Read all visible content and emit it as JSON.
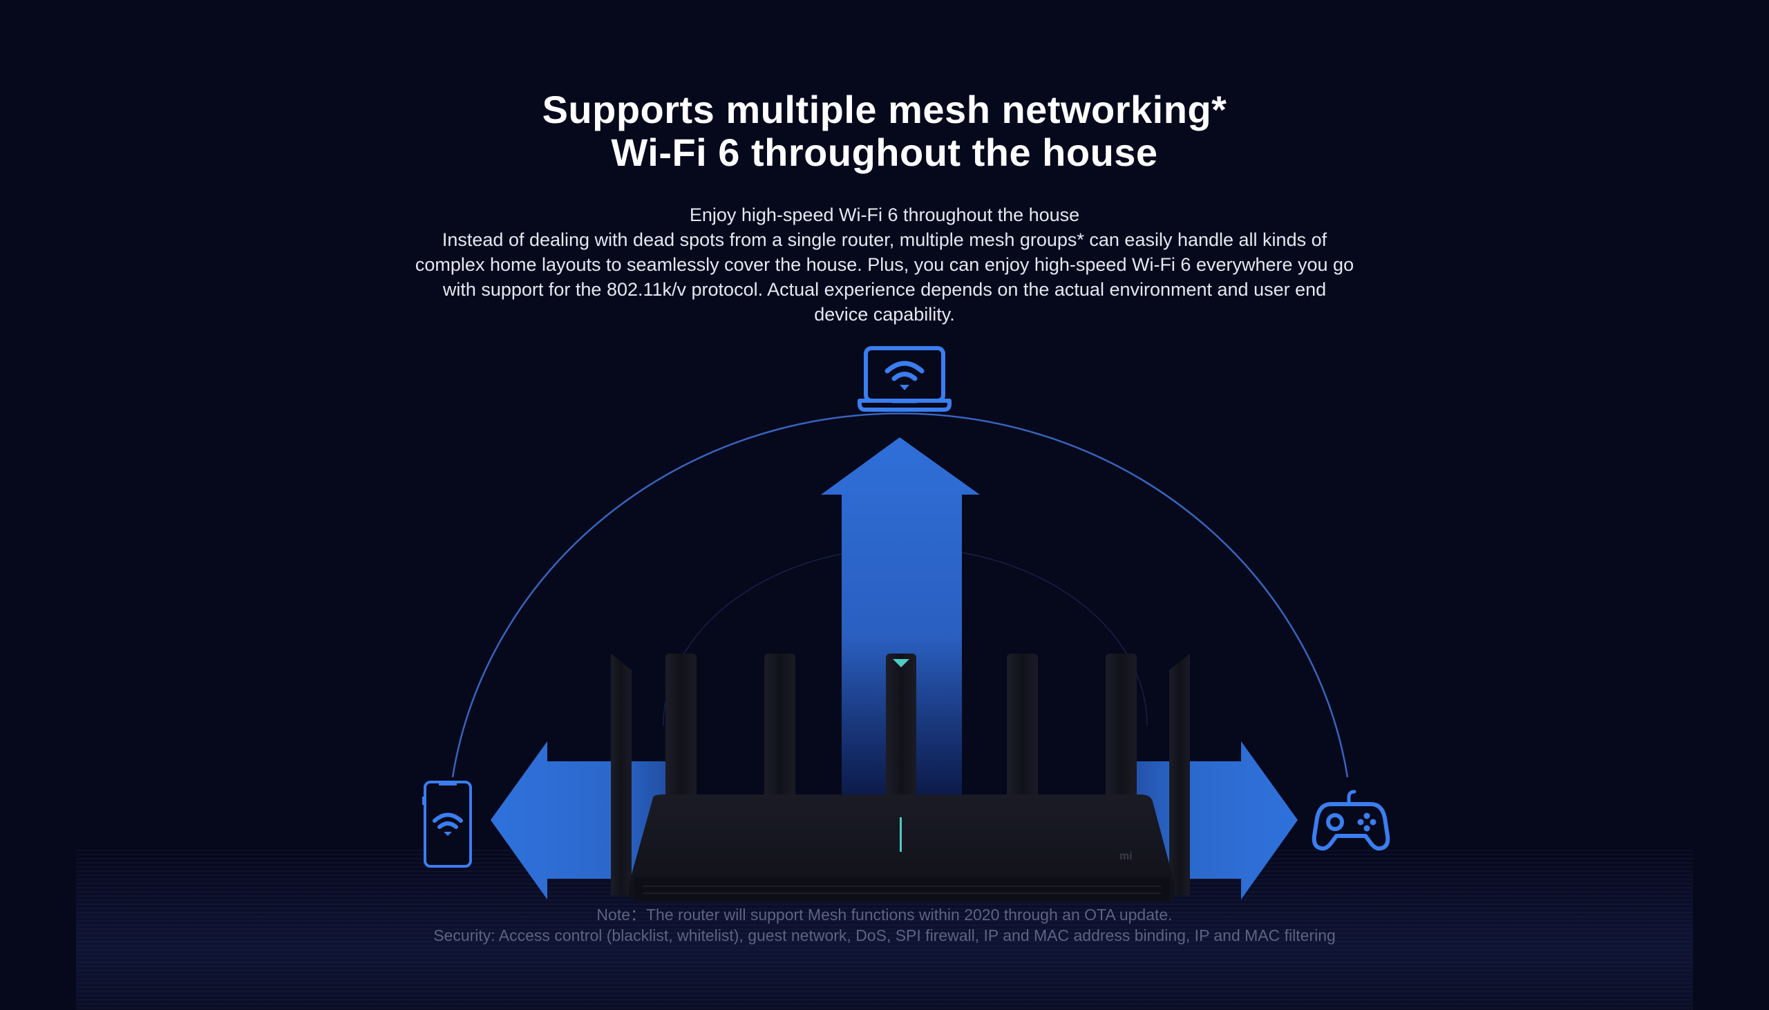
{
  "headline": {
    "line1": "Supports multiple mesh networking*",
    "line2": "Wi-Fi 6 throughout the house"
  },
  "description": {
    "subtitle": "Enjoy high-speed Wi-Fi 6 throughout the house",
    "paragraph": "Instead of dealing with dead spots from a single router, multiple mesh groups* can easily handle all kinds of complex home layouts to seamlessly cover the house. Plus, you can enjoy high-speed Wi-Fi 6 everywhere you go with support for the 802.11k/v protocol. Actual experience depends on the actual environment and user end device capability."
  },
  "illustration": {
    "devices": [
      {
        "name": "laptop",
        "icon": "laptop-wifi-icon"
      },
      {
        "name": "smartphone",
        "icon": "phone-wifi-icon"
      },
      {
        "name": "game controller",
        "icon": "gamepad-icon"
      }
    ],
    "arrows": [
      "up",
      "left",
      "right"
    ],
    "router": {
      "antenna_count": 7,
      "brand_mark": "mi"
    },
    "colors": {
      "background": "#06081c",
      "accent_blue": "#2f6fd8",
      "arc_line": "#3d6fd0",
      "led_teal": "#4ecbc4"
    }
  },
  "notes": {
    "note": "Note：The router will support Mesh functions within 2020 through an OTA update.",
    "security": "Security: Access control (blacklist, whitelist), guest network, DoS, SPI firewall, IP and MAC address binding, IP and MAC filtering"
  }
}
